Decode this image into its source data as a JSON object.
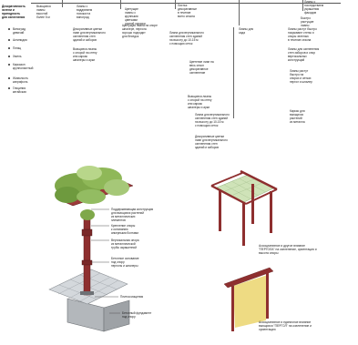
{
  "header": {
    "label": "Декоративность\nзелени и\nпригодность\nдля озеленения"
  },
  "columns": [
    "Вьющиеся\nлианы\nвысотой\nболее 5 м",
    "Лианы с\nвиддюнием\nпохожи на\nвиноград",
    "Цветущие\nлианы с\nкрупными\nцветками\nразной окраски",
    "Листья\nдекоративные\nв течение\nвсего сезона",
    "Лианы для\nсада",
    "Лианы с\nпоследствием\nукрашения\nфасадов",
    "Быстро\nрастущие\nлианы"
  ],
  "left_list": [
    "Виноград\nдевичий",
    "Актинидия",
    "Плющ",
    "Хмель",
    "Кирказон\nкрупнолистный",
    "Жимолость\nкаприфоль",
    "Глициния\nкитайская"
  ],
  "mid_texts": [
    "Декоративные цветки\nлиан для вертикального\nозеленения стен\nзданий и заборов",
    "Вьющиеся лианы\nс опорой на стену\nили каркас\nшпалеры и арки",
    "Цветущая лиана на опоре\nшпалере, пергола\nхорошо подходит\nдля беседок",
    "Лиана для вертикального\nозеленения стен зданий\nна высоту до 10-15 м\nс помощью сеток",
    "Цветение лиан на\nвесь сезон\nдекоративное\nозеленение"
  ],
  "right_texts": [
    "Лианы растут быстро\nпокрывают стены и\nопоры зеленью\nв течение сезона",
    "Лианы для озеленения\nстен заборов и опор\nвертикальных\nконструкций",
    "Лианы растут\nбыстро на\nопорах и сетках\nпергол и шпалер",
    "Каркас для\nвьющихся\nрастений\nиз металла"
  ],
  "left_labels": [
    "Поддерживающая конструкция\nдля вьющихся растений\nиз металлических\nэлементов",
    "Крепление опоры\nк основанию\nанкерными болтами",
    "Вертикальная опора\nиз металлической\nтрубы окрашенной",
    "Бетонное основание\nпод опору\nперголы и шпалеры"
  ],
  "bottom_labels": [
    "Плитка мощения",
    "Бетонный фундамент\nпод опору"
  ],
  "captions": [
    "Ассоциативное и другое влияние\n\"ПЕРГОЛА\" на озеленение, ориентация и\nвысота опоры",
    "Ассоциативное и единичное влияние\nвьющихся \"ПЕРГОЛ\" на озеленение и\nориентацию"
  ],
  "colors": {
    "foliage": "#7fa84a",
    "foliage_light": "#b8d68a",
    "post": "#8e2f2f",
    "post_dark": "#5e1d1d",
    "paving": "#c8cdd2",
    "concrete": "#b9bcbf",
    "gold": "#e8cf5a"
  }
}
